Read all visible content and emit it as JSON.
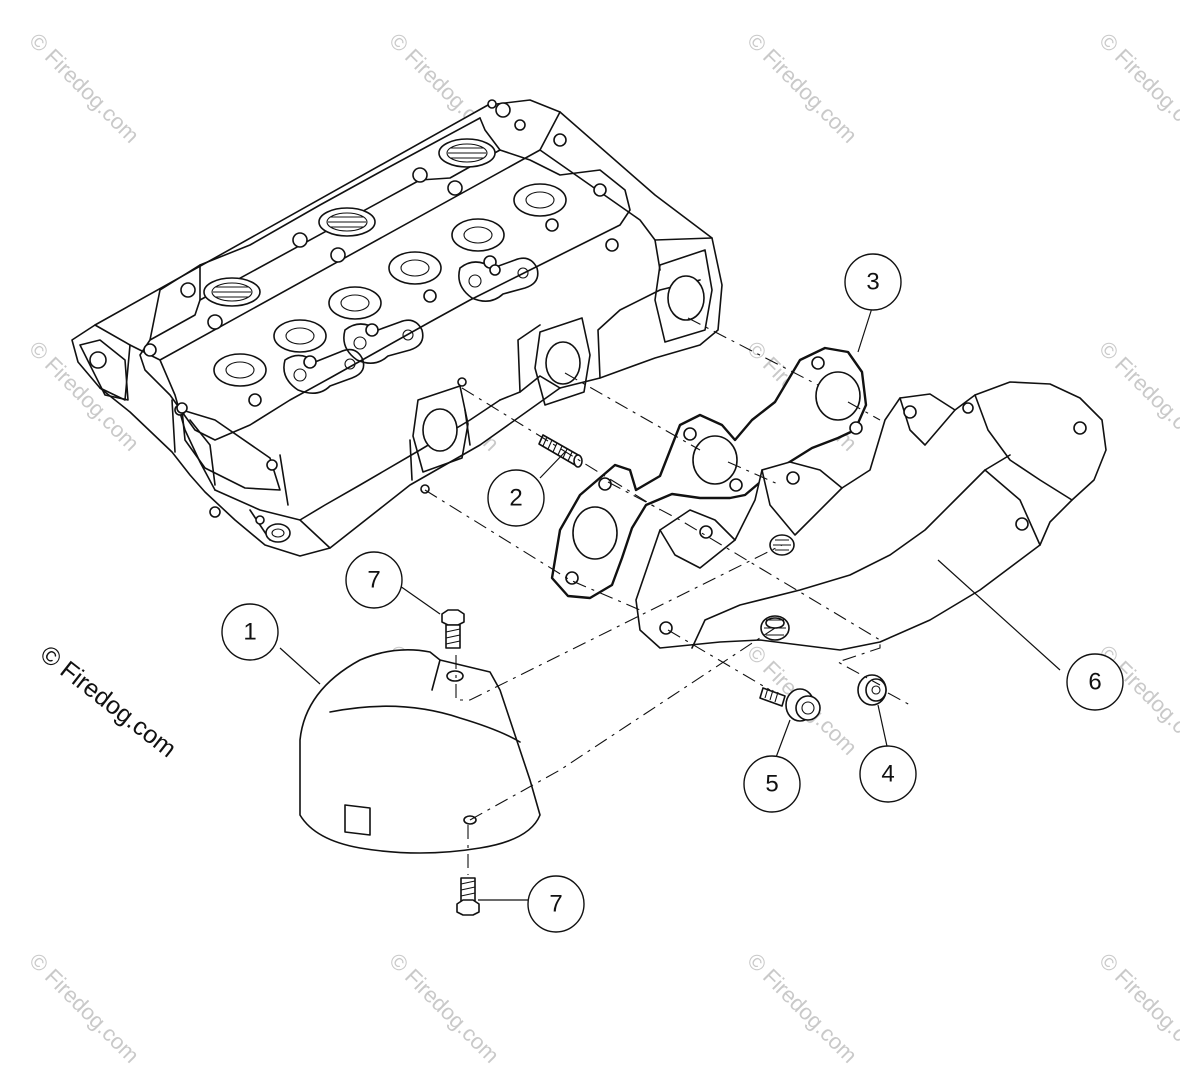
{
  "watermark_text": "© Firedog.com",
  "copyright_text": "© Firedog.com",
  "callouts": {
    "c1": "1",
    "c2": "2",
    "c3": "3",
    "c4": "4",
    "c5": "5",
    "c6": "6",
    "c7a": "7",
    "c7b": "7"
  },
  "colors": {
    "line": "#111111",
    "watermark": "#c9c9c9",
    "background": "#ffffff"
  }
}
